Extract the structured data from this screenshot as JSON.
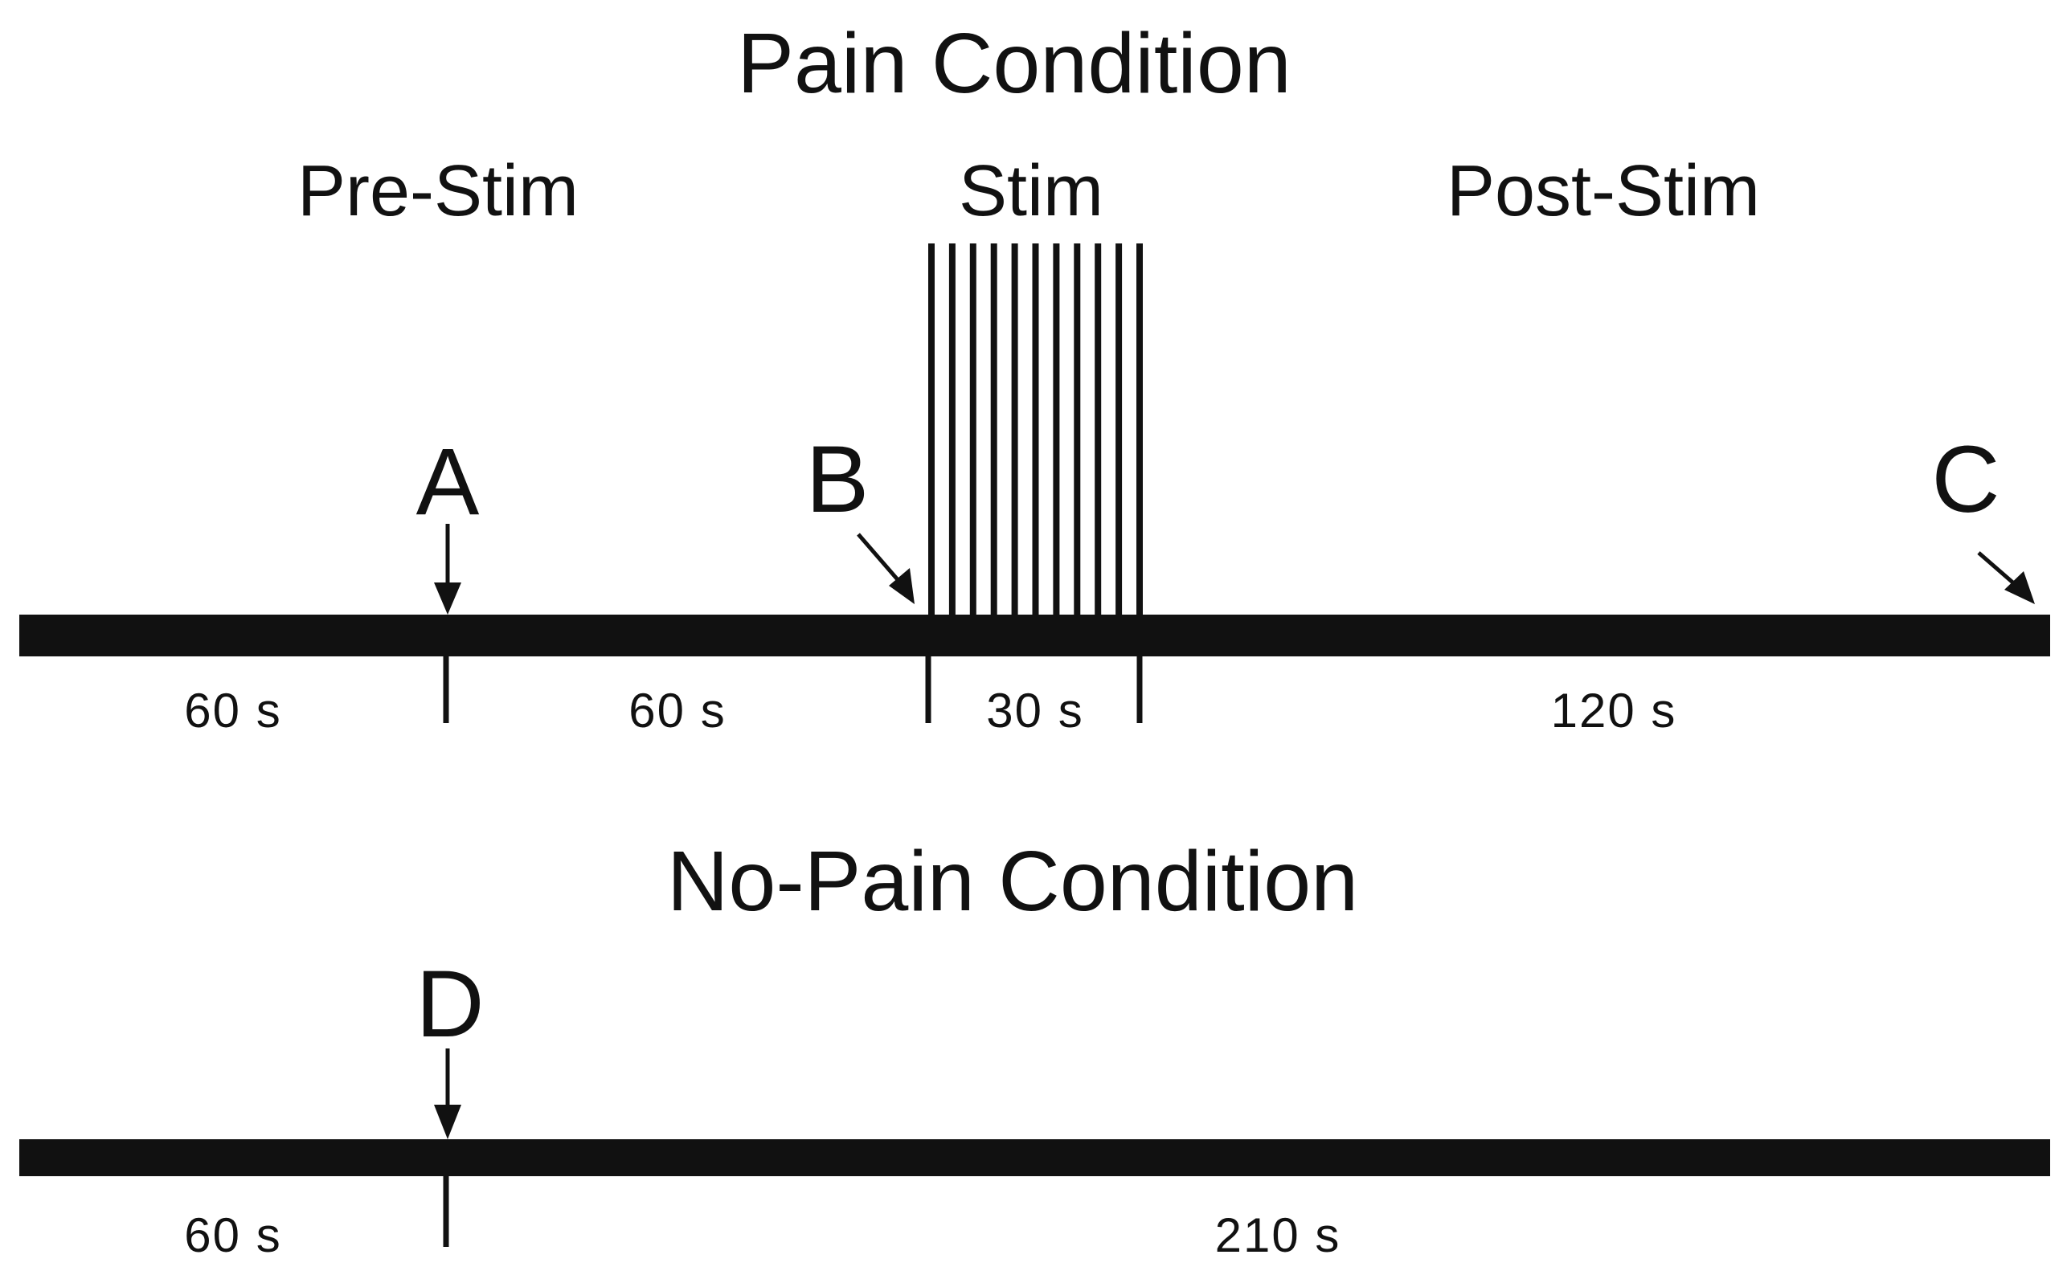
{
  "pain": {
    "title": "Pain Condition",
    "phases": [
      "Pre-Stim",
      "Stim",
      "Post-Stim"
    ],
    "markers": [
      "A",
      "B",
      "C"
    ],
    "durations": [
      "60 s",
      "60 s",
      "30 s",
      "120 s"
    ],
    "stim_pulse_count": 11
  },
  "nopain": {
    "title": "No-Pain Condition",
    "markers": [
      "D"
    ],
    "durations": [
      "60 s",
      "210 s"
    ]
  }
}
